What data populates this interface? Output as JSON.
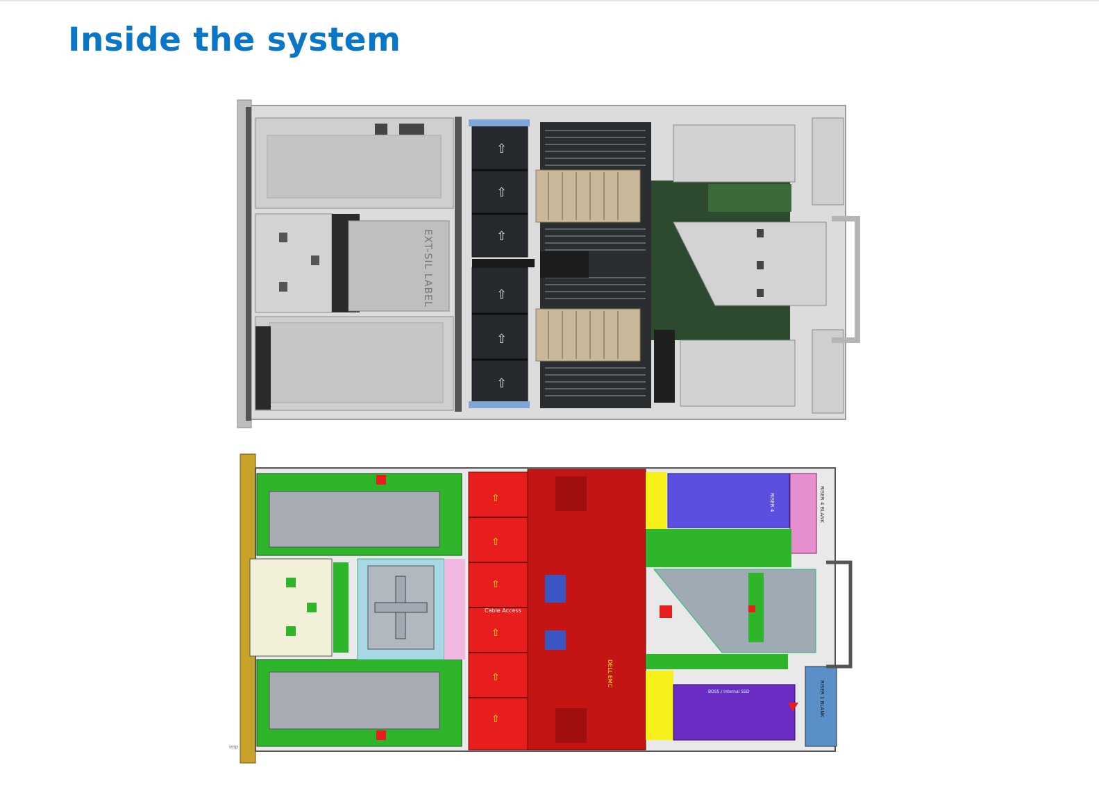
{
  "page": {
    "title": "Inside the system"
  },
  "photo": {
    "chassis_label": "EXT-SIL LABEL"
  },
  "diagram": {
    "cable_label": "Cable Access",
    "dell_label": "DELL EMC",
    "riser4_label": "RISER 4",
    "riser4_blank_label": "RISER 4 BLANK",
    "riser1_blank_label": "RISER 1 BLANK",
    "bottom_label": "BOSS / Internal SSD",
    "corner_label": "imp"
  },
  "colors": {
    "title": "#0a76c8",
    "fan_red": "#e81e1e",
    "cpu_red": "#c41414",
    "green": "#2fb52c",
    "purple": "#6a2cc2",
    "blue_purple": "#5b4fe0",
    "pink": "#e58fce",
    "yellow": "#f7f01a",
    "gold": "#c9a22a",
    "steel_blue": "#5a8fc7"
  }
}
